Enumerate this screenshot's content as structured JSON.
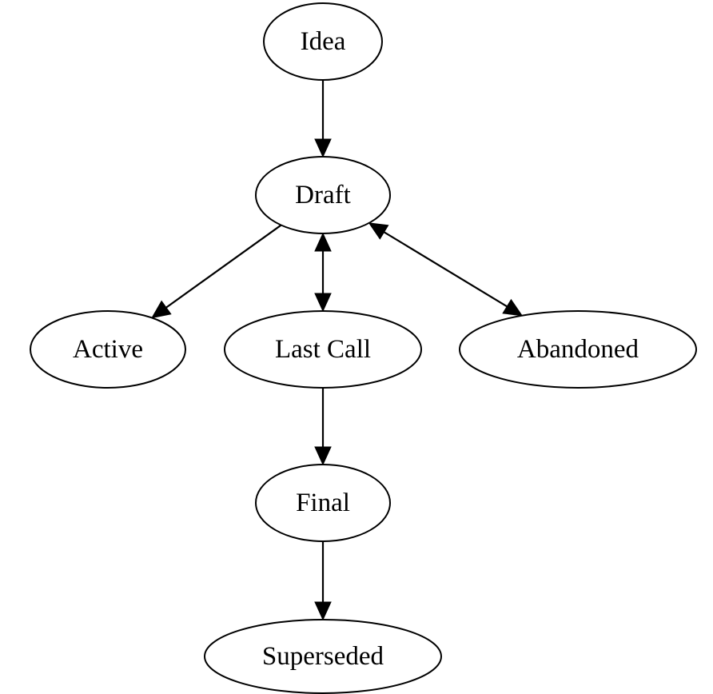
{
  "diagram": {
    "type": "state-transition-graph",
    "colors": {
      "stroke": "#000000",
      "fill": "#ffffff",
      "text": "#000000",
      "background": "#ffffff"
    },
    "nodes": [
      {
        "id": "idea",
        "label": "Idea"
      },
      {
        "id": "draft",
        "label": "Draft"
      },
      {
        "id": "active",
        "label": "Active"
      },
      {
        "id": "last-call",
        "label": "Last Call"
      },
      {
        "id": "abandoned",
        "label": "Abandoned"
      },
      {
        "id": "final",
        "label": "Final"
      },
      {
        "id": "superseded",
        "label": "Superseded"
      }
    ],
    "edges": [
      {
        "from": "idea",
        "to": "draft",
        "bidirectional": false
      },
      {
        "from": "draft",
        "to": "active",
        "bidirectional": false
      },
      {
        "from": "draft",
        "to": "last-call",
        "bidirectional": true
      },
      {
        "from": "draft",
        "to": "abandoned",
        "bidirectional": true
      },
      {
        "from": "last-call",
        "to": "final",
        "bidirectional": false
      },
      {
        "from": "final",
        "to": "superseded",
        "bidirectional": false
      }
    ]
  }
}
